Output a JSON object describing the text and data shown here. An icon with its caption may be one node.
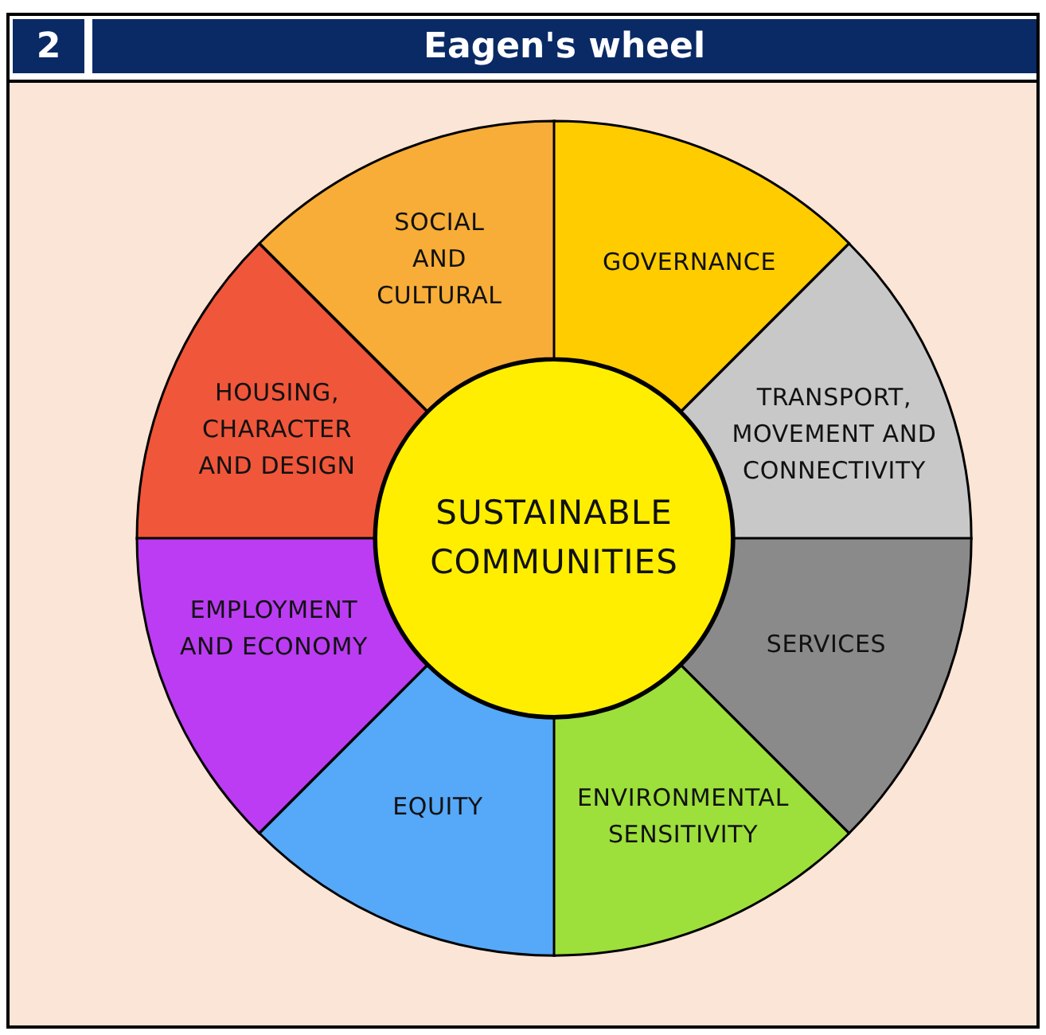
{
  "diagram": {
    "title": "Eagen's wheel",
    "nodes": [
      {
        "text": [
          "SOCIAL AND CULTURAL"
        ]
      },
      {
        "text": [
          "GOVERNANCE"
        ]
      },
      {
        "text": [
          "HOUSING, CHARACTER AND DESIGN"
        ]
      },
      {
        "text": [
          "TRANSPORT, MOVEMENT AND CONNECTIVITY"
        ]
      },
      {
        "text": [
          "SUSTAINABLE COMMUNITIES"
        ]
      },
      {
        "text": [
          "EMPLOYMENT AND ECONOMY"
        ]
      },
      {
        "text": [
          "SERVICES"
        ]
      },
      {
        "text": [
          "EQUITY"
        ]
      },
      {
        "text": [
          "ENVIRONMENTAL SENSITIVITY"
        ]
      }
    ],
    "labels": [
      "2"
    ]
  }
}
